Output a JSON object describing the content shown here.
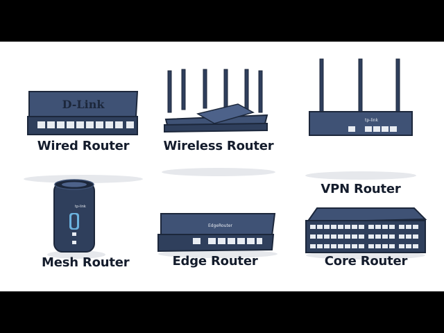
{
  "routers": [
    {
      "label": "Wired Router",
      "brand_text": "D-Link"
    },
    {
      "label": "Wireless Router"
    },
    {
      "label": "VPN Router",
      "brand_text": "tp-link"
    },
    {
      "label": "Mesh Router",
      "brand_text": "tp-link"
    },
    {
      "label": "Edge Router",
      "brand_text": "EdgeRouter"
    },
    {
      "label": "Core Router"
    }
  ],
  "colors": {
    "device_body": "#2f3f5c",
    "device_top": "#3f5275",
    "device_dark": "#1c273b",
    "port": "#e8ecf2",
    "accent_light": "#7ad0ff",
    "label_text": "#141c2c"
  }
}
